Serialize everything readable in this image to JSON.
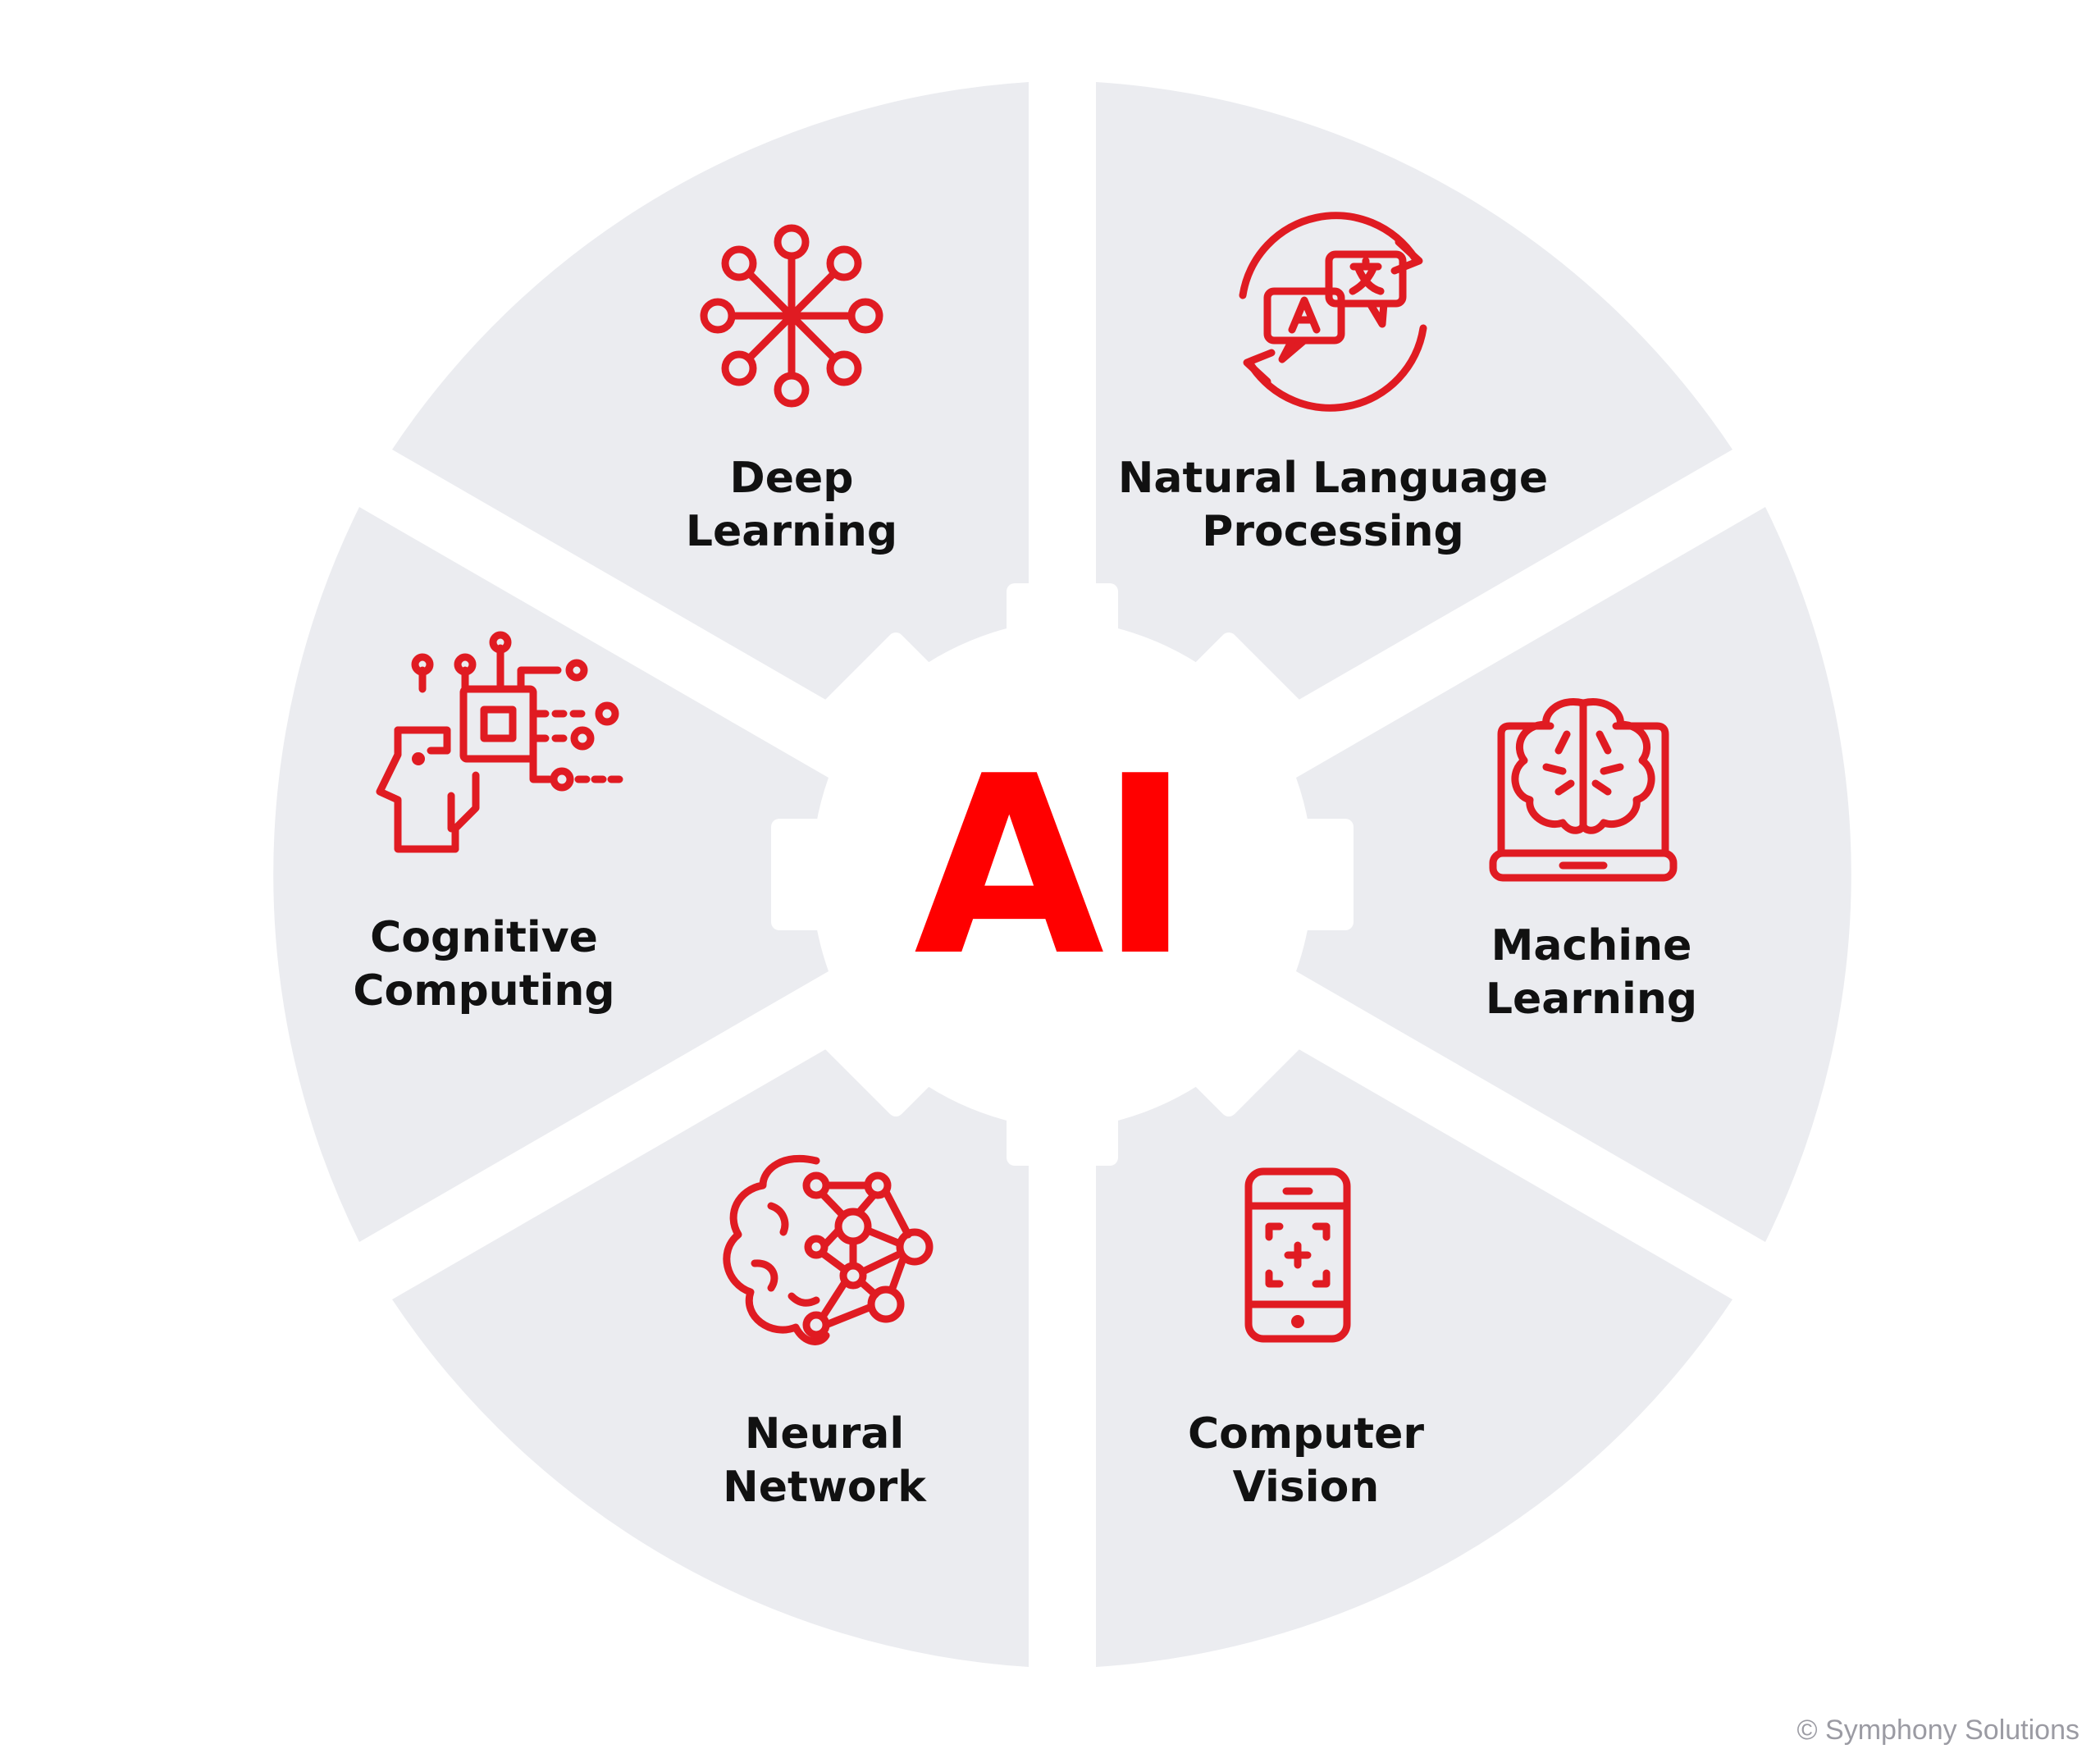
{
  "center": {
    "text": "AI"
  },
  "segments": [
    {
      "id": "deep-learning",
      "lines": [
        "Deep",
        "Learning"
      ],
      "icon": "network-node-icon"
    },
    {
      "id": "nlp",
      "lines": [
        "Natural Language",
        "Processing"
      ],
      "icon": "translation-icon"
    },
    {
      "id": "machine-learning",
      "lines": [
        "Machine",
        "Learning"
      ],
      "icon": "laptop-brain-icon"
    },
    {
      "id": "computer-vision",
      "lines": [
        "Computer",
        "Vision"
      ],
      "icon": "phone-scan-icon"
    },
    {
      "id": "neural-network",
      "lines": [
        "Neural",
        "Network"
      ],
      "icon": "brain-network-icon"
    },
    {
      "id": "cognitive-computing",
      "lines": [
        "Cognitive",
        "Computing"
      ],
      "icon": "head-chip-icon"
    }
  ],
  "credit": "© Symphony Solutions",
  "colors": {
    "accent": "#e01b22",
    "segment": "#ebecf0",
    "text": "#111111"
  }
}
